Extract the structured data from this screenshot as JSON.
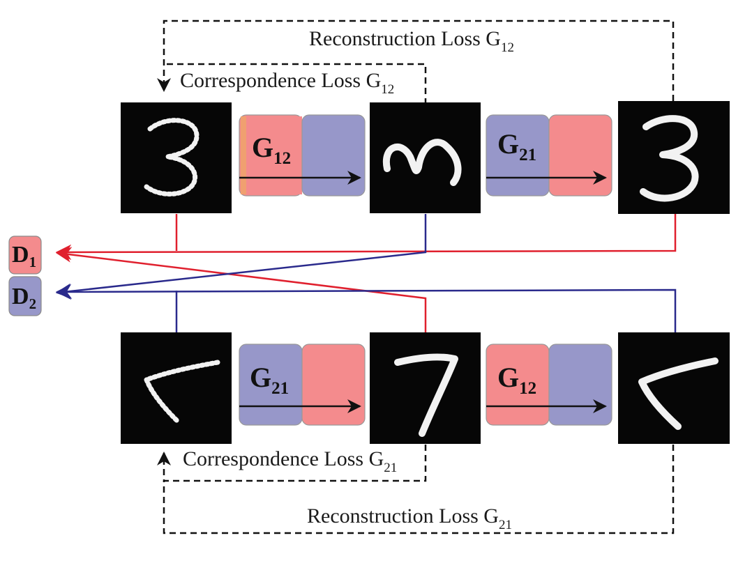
{
  "colors": {
    "red_block": "#f48b8d",
    "blue_block": "#9797c9",
    "red_line": "#e0202e",
    "blue_line": "#2a2a8c",
    "dark_bg": "#060606"
  },
  "losses": {
    "reconstruction_top": {
      "text": "Reconstruction Loss G",
      "sub": "12"
    },
    "correspondence_top": {
      "text": "Correspondence Loss G",
      "sub": "12"
    },
    "correspondence_bottom": {
      "text": "Correspondence Loss G",
      "sub": "21"
    },
    "reconstruction_bottom": {
      "text": "Reconstruction Loss G",
      "sub": "21"
    }
  },
  "generators": {
    "top_left": {
      "base": "G",
      "sub": "12",
      "left_color": "red",
      "right_color": "blue"
    },
    "top_right": {
      "base": "G",
      "sub": "21",
      "left_color": "blue",
      "right_color": "red"
    },
    "bottom_left": {
      "base": "G",
      "sub": "21",
      "left_color": "blue",
      "right_color": "red"
    },
    "bottom_right": {
      "base": "G",
      "sub": "12",
      "left_color": "red",
      "right_color": "blue"
    }
  },
  "discriminators": {
    "d1": {
      "base": "D",
      "sub": "1",
      "color": "red"
    },
    "d2": {
      "base": "D",
      "sub": "2",
      "color": "blue"
    }
  },
  "images": {
    "top_left": "handwritten digit 3, noisy",
    "top_middle": "digit 3 rotated",
    "top_right": "digit 3, clean",
    "bottom_left": "handwritten digit 7 rotated, noisy",
    "bottom_middle": "digit 7",
    "bottom_right": "digit 7 rotated, clean"
  }
}
